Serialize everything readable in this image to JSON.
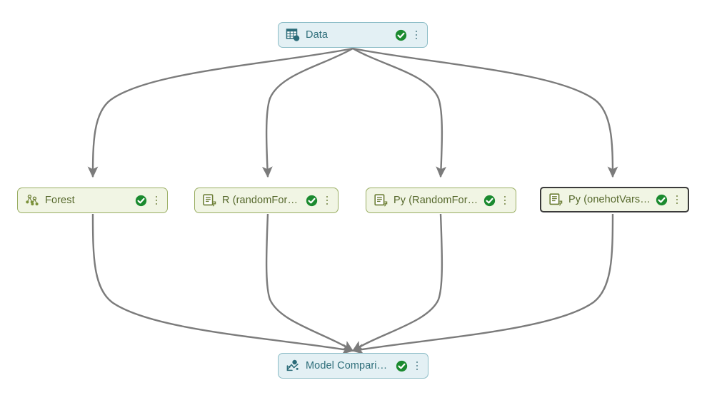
{
  "canvas": {
    "background": "#ffffff",
    "edge_color": "#7b7b7b"
  },
  "theme": {
    "data_node_bg": "#e3f0f4",
    "data_node_border": "#8bbcc6",
    "data_node_text": "#2e6e7a",
    "proc_node_bg": "#f1f5e4",
    "proc_node_border": "#9aae63",
    "proc_node_text": "#56682c",
    "selection_border": "#3a3a3a",
    "status_ok_color": "#1b8a2f"
  },
  "nodes": [
    {
      "id": "data",
      "label": "Data",
      "icon": "table-data-icon",
      "status": "executed-ok",
      "menu": "more-options-icon",
      "theme": "data",
      "selected": false
    },
    {
      "id": "forest",
      "label": "Forest",
      "icon": "tree-ensemble-icon",
      "status": "executed-ok",
      "menu": "more-options-icon",
      "theme": "node",
      "selected": false
    },
    {
      "id": "r-randomforest",
      "label": "R (randomForest)",
      "icon": "script-snippet-icon",
      "status": "executed-ok",
      "menu": "more-options-icon",
      "theme": "node",
      "selected": false
    },
    {
      "id": "py-randomforest",
      "label": "Py (RandomFores...",
      "icon": "script-snippet-icon",
      "status": "executed-ok",
      "menu": "more-options-icon",
      "theme": "node",
      "selected": false
    },
    {
      "id": "py-onehot",
      "label": "Py (onehotVars+R...",
      "icon": "script-snippet-icon",
      "status": "executed-ok",
      "menu": "more-options-icon",
      "theme": "node",
      "selected": true
    },
    {
      "id": "model-comparison",
      "label": "Model Comparison",
      "icon": "model-comparison-icon",
      "status": "executed-ok",
      "menu": "more-options-icon",
      "theme": "data",
      "selected": false
    }
  ],
  "edges": [
    {
      "from": "data",
      "to": "forest"
    },
    {
      "from": "data",
      "to": "r-randomforest"
    },
    {
      "from": "data",
      "to": "py-randomforest"
    },
    {
      "from": "data",
      "to": "py-onehot"
    },
    {
      "from": "forest",
      "to": "model-comparison"
    },
    {
      "from": "r-randomforest",
      "to": "model-comparison"
    },
    {
      "from": "py-randomforest",
      "to": "model-comparison"
    },
    {
      "from": "py-onehot",
      "to": "model-comparison"
    }
  ]
}
